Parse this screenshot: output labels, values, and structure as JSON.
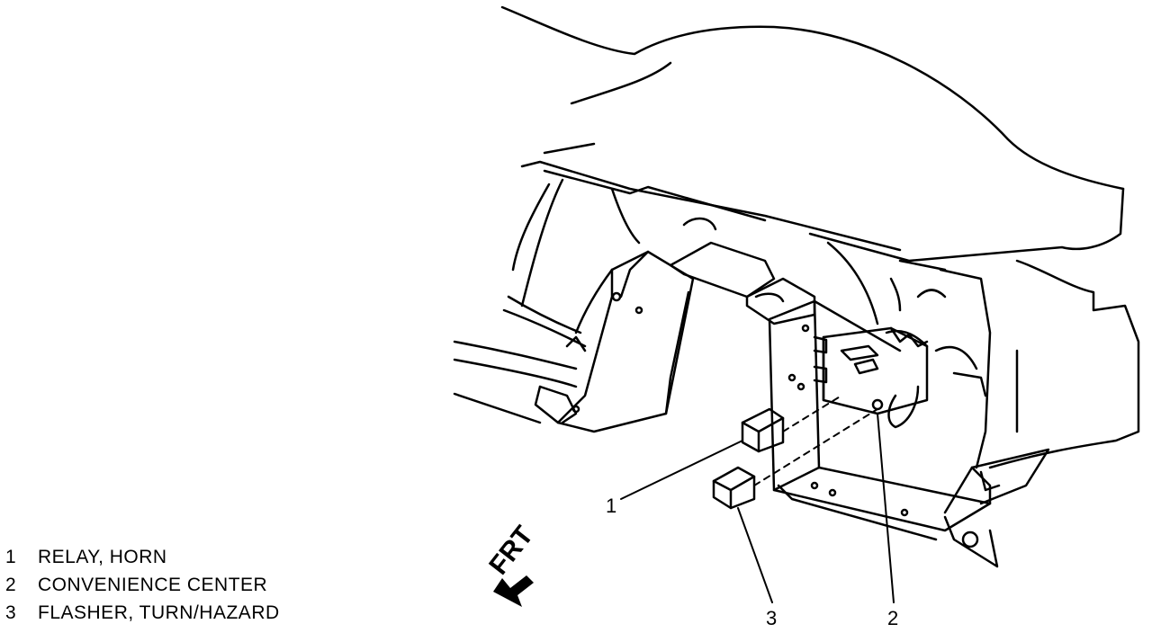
{
  "legend": [
    {
      "number": "1",
      "label": "RELAY, HORN"
    },
    {
      "number": "2",
      "label": "CONVENIENCE CENTER"
    },
    {
      "number": "3",
      "label": "FLASHER, TURN/HAZARD"
    }
  ],
  "callouts": {
    "c1": "1",
    "c2": "2",
    "c3": "3"
  },
  "direction_label": "FRT"
}
